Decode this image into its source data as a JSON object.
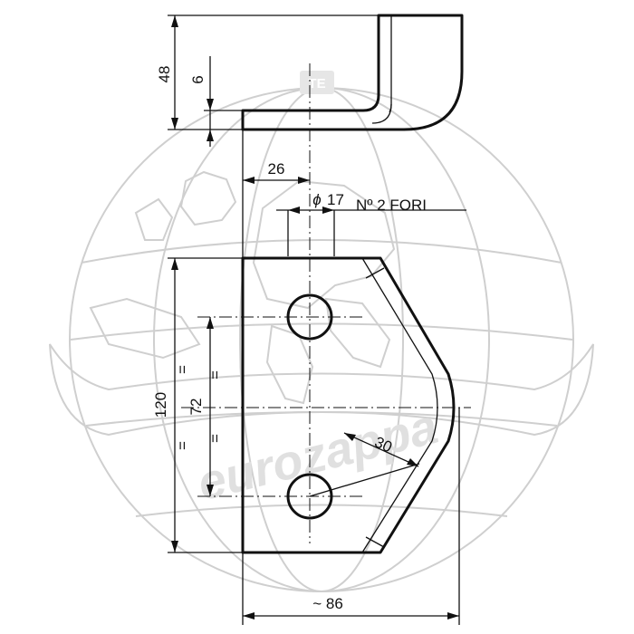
{
  "drawing": {
    "note_holes": "Nº 2 FORI",
    "diameter_symbol": "ϕ",
    "hole_diameter": "17",
    "dim_height_side": "48",
    "dim_thickness": "6",
    "dim_hole_offset": "26",
    "dim_height_front": "120",
    "dim_hole_spacing": "72",
    "dim_bend_radius": "30",
    "dim_width_approx": "~ 86",
    "equal_mark": "="
  },
  "watermark": {
    "brand": "eurozappa",
    "logo_letters": "TE"
  }
}
